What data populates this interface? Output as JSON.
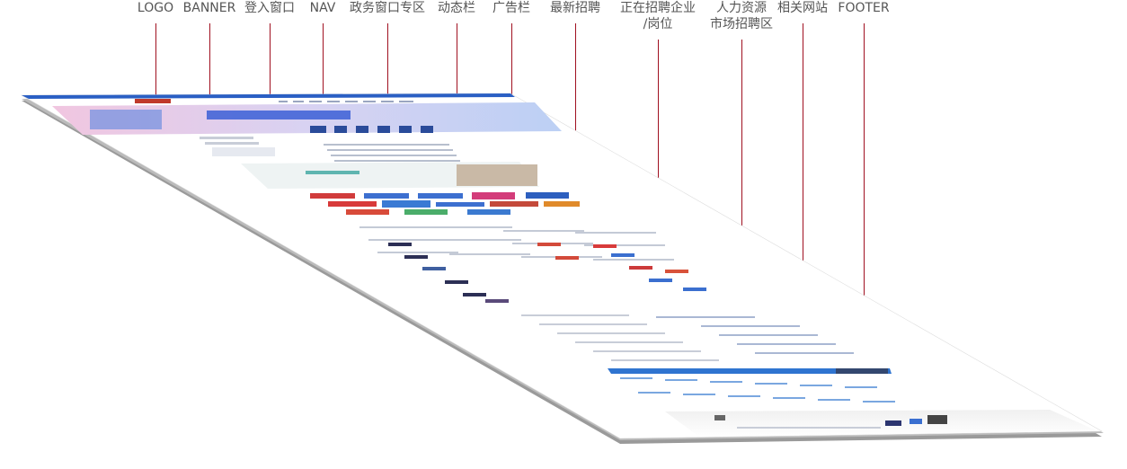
{
  "labels": [
    {
      "id": "logo",
      "text": "LOGO"
    },
    {
      "id": "banner",
      "text": "BANNER"
    },
    {
      "id": "login",
      "text": "登入窗口"
    },
    {
      "id": "nav",
      "text": "NAV"
    },
    {
      "id": "gov",
      "text": "政务窗口专区"
    },
    {
      "id": "dynamic",
      "text": "动态栏"
    },
    {
      "id": "ad",
      "text": "广告栏"
    },
    {
      "id": "latest",
      "text": "最新招聘"
    },
    {
      "id": "hiring",
      "line1": "正在招聘企业",
      "line2": "/岗位"
    },
    {
      "id": "hr",
      "line1": "人力资源",
      "line2": "市场招聘区"
    },
    {
      "id": "related",
      "text": "相关网站"
    },
    {
      "id": "footer",
      "text": "FOOTER"
    }
  ],
  "colors": {
    "leader": "#a01020",
    "label": "#555555",
    "page_edge": "#8a8a8a",
    "banner_pink": "#e8bfd8",
    "banner_blue": "#6f8fe0",
    "nav_blue": "#2a5fc4",
    "strip_blue": "#2f74d0"
  }
}
